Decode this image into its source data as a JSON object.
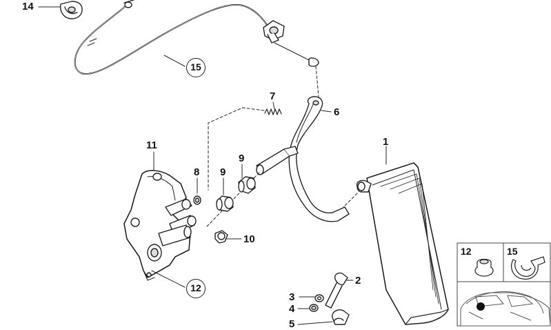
{
  "labels": {
    "l14": "14",
    "l15": "15",
    "l7": "7",
    "l6": "6",
    "l11": "11",
    "l8": "8",
    "l9a": "9",
    "l9b": "9",
    "l1": "1",
    "l10": "10",
    "l12": "12",
    "l2": "2",
    "l3": "3",
    "l4": "4",
    "l5": "5"
  },
  "inset": {
    "box12_label": "12",
    "box15_label": "15"
  },
  "colors": {
    "line": "#222222",
    "part_fill": "#ffffff",
    "shade": "#d9d9d9",
    "dark": "#111111"
  }
}
